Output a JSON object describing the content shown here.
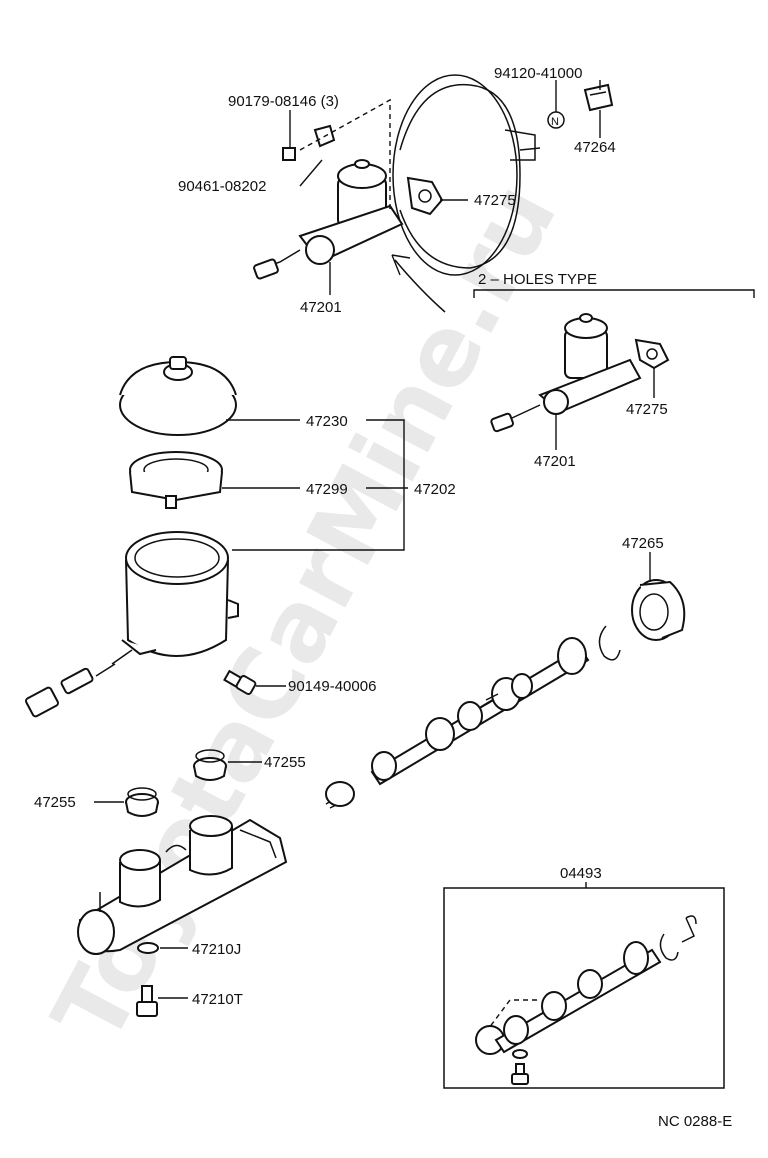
{
  "watermark": "ToyotaCarMine.ru",
  "section_title": "2 – HOLES TYPE",
  "drawing_code": "NC 0288-E",
  "labels": {
    "p90179": "90179-08146 (3)",
    "p94120": "94120-41000",
    "p47264": "47264",
    "p90461": "90461-08202",
    "p47275_top": "47275",
    "p47201_top": "47201",
    "p47275_right": "47275",
    "p47201_right": "47201",
    "p47230": "47230",
    "p47299": "47299",
    "p47202": "47202",
    "p47265": "47265",
    "p90149": "90149-40006",
    "p47255_a": "47255",
    "p47255_b": "47255",
    "p47210J": "47210J",
    "p47210T": "47210T",
    "p04493": "04493",
    "n_symbol": "N"
  }
}
